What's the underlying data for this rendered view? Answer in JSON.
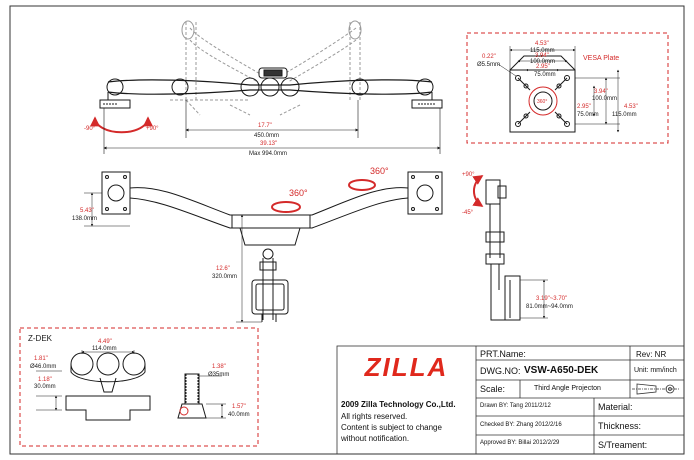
{
  "colors": {
    "red": "#d42a2a",
    "ink": "#1a1a1a",
    "gray": "#9a9a9a"
  },
  "top_view": {
    "dim_inner_in": "17.7\"",
    "dim_inner_mm": "450.0mm",
    "dim_outer_in": "39.13\"",
    "dim_outer_mm": "Max 994.0mm",
    "rot_neg": "-90°",
    "rot_pos": "+90°"
  },
  "vesa": {
    "title": "VESA Plate",
    "d115_in": "4.53\"",
    "d115_mm": "115.0mm",
    "d100_in": "3.94\"",
    "d100_mm": "100.0mm",
    "d75_in": "2.95\"",
    "d75_mm": "75.0mm",
    "hole_in": "0.22\"",
    "hole_mm": "Ø5.5mm",
    "rot": "360°",
    "v100_in": "3.94\"",
    "v100_mm": "100.0mm",
    "v75_in": "2.95\"",
    "v75_mm": "75.0mm",
    "v115_in": "4.53\"",
    "v115_mm": "115.0mm"
  },
  "front_view": {
    "rot1": "360°",
    "rot2": "360°",
    "height_in": "5.43\"",
    "height_mm": "138.0mm",
    "pole_in": "12.6\"",
    "pole_mm": "320.0mm"
  },
  "side_view": {
    "tilt_pos": "+90°",
    "tilt_neg": "-45°",
    "clamp_in": "3.19\"~3.70\"",
    "clamp_mm": "81.0mm~94.0mm"
  },
  "zdek": {
    "title": "Z-DEK",
    "w_in": "4.49\"",
    "w_mm": "114.0mm",
    "d_in": "1.81\"",
    "d_mm": "Ø46.0mm",
    "h_in": "1.18\"",
    "h_mm": "30.0mm",
    "p_in": "1.38\"",
    "p_mm": "Ø35mm",
    "b_in": "1.57\"",
    "b_mm": "40.0mm"
  },
  "title_block": {
    "logo": "ZILLA",
    "copyright": "2009 Zilla Technology Co.,Ltd.",
    "rights": "All rights reserved.",
    "notice1": "Content is subject to change",
    "notice2": "without notification.",
    "prt_name": "PRT.Name:",
    "rev": "Rev:  NR",
    "dwg_label": "DWG.NO:",
    "dwg_value": "VSW-A650-DEK",
    "unit": "Unit: mm/inch",
    "scale": "Scale:",
    "projection": "Third Angle Projecton",
    "drawn": "Drawn BY:  Tang  2011/2/12",
    "material": "Material:",
    "checked": "Checked BY:  Zhang  2012/2/16",
    "thickness": "Thickness:",
    "approved": "Approved BY:  Billai  2012/2/29",
    "treatment": "S/Treament:"
  }
}
